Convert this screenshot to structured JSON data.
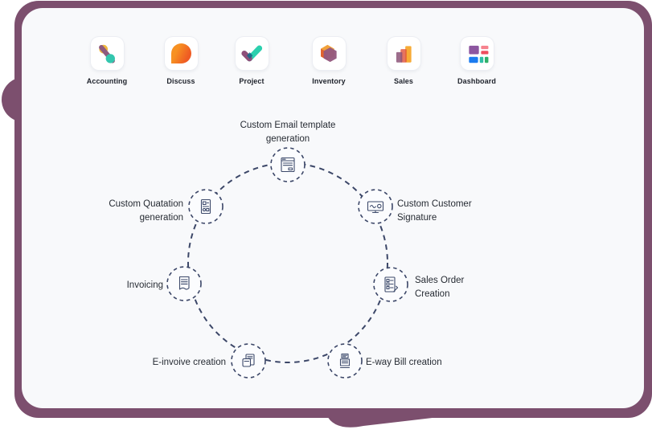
{
  "bubble": {
    "background_color": "#7C4F6E",
    "card_color": "#F8F9FB"
  },
  "app_bar": {
    "apps": [
      {
        "label": "Accounting",
        "icon": "accounting-icon"
      },
      {
        "label": "Discuss",
        "icon": "discuss-icon"
      },
      {
        "label": "Project",
        "icon": "project-icon"
      },
      {
        "label": "Inventory",
        "icon": "inventory-icon"
      },
      {
        "label": "Sales",
        "icon": "sales-icon"
      },
      {
        "label": "Dashboard",
        "icon": "dashboard-icon"
      }
    ]
  },
  "flow": {
    "dash_color": "#3C4768",
    "text_color": "#262B33",
    "nodes": [
      {
        "id": "custom-email-template-generation",
        "icon": "email-template-icon",
        "lines": [
          "Custom Email template",
          "generation"
        ]
      },
      {
        "id": "custom-customer-signature",
        "icon": "customer-signature-icon",
        "lines": [
          "Custom Customer",
          "Signature"
        ]
      },
      {
        "id": "sales-order-creation",
        "icon": "sales-order-icon",
        "lines": [
          "Sales Order",
          "Creation"
        ]
      },
      {
        "id": "e-way-bill-creation",
        "icon": "e-way-bill-icon",
        "lines": [
          "E-way Bill creation"
        ]
      },
      {
        "id": "e-invoice-creation",
        "icon": "e-invoice-icon",
        "lines": [
          "E-invoive creation"
        ]
      },
      {
        "id": "invoicing",
        "icon": "invoicing-icon",
        "lines": [
          "Invoicing"
        ]
      },
      {
        "id": "custom-quotation-generation",
        "icon": "quotation-icon",
        "lines": [
          "Custom Quatation",
          "generation"
        ]
      }
    ]
  }
}
